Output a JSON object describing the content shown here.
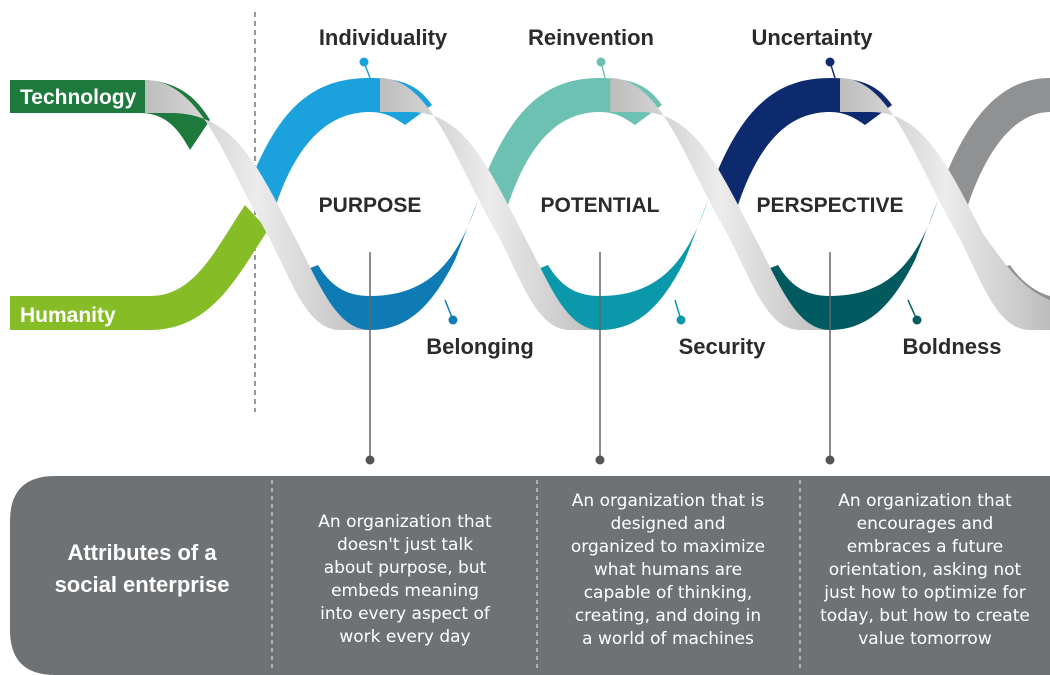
{
  "strands": {
    "technology": "Technology",
    "humanity": "Humanity"
  },
  "top_labels": [
    "Individuality",
    "Reinvention",
    "Uncertainty"
  ],
  "bottom_labels": [
    "Belonging",
    "Security",
    "Boldness"
  ],
  "center_labels": [
    "PURPOSE",
    "POTENTIAL",
    "PERSPECTIVE"
  ],
  "panel": {
    "title_lines": [
      "Attributes of a",
      "social enterprise"
    ],
    "descriptions": [
      [
        "An organization that",
        "doesn't just talk",
        "about purpose, but",
        "embeds meaning",
        "into every aspect of",
        "work every day"
      ],
      [
        "An organization that is",
        "designed and",
        "organized to maximize",
        "what humans are",
        "capable of thinking,",
        "creating, and doing in",
        "a world of machines"
      ],
      [
        "An organization that",
        "encourages and",
        "embraces a future",
        "orientation, asking not",
        "just how to optimize for",
        "today, but how to create",
        "value tomorrow"
      ]
    ]
  },
  "colors": {
    "technology": "#1e7a3c",
    "humanity": "#86bc25",
    "individuality": "#1ba1dc",
    "belonging": "#0f7bb5",
    "reinvention": "#6dc1b3",
    "security": "#0b98aa",
    "uncertainty": "#0e2a6e",
    "boldness": "#005a5f",
    "panel": "#6f7274",
    "label_text": "#2b2b2b"
  }
}
